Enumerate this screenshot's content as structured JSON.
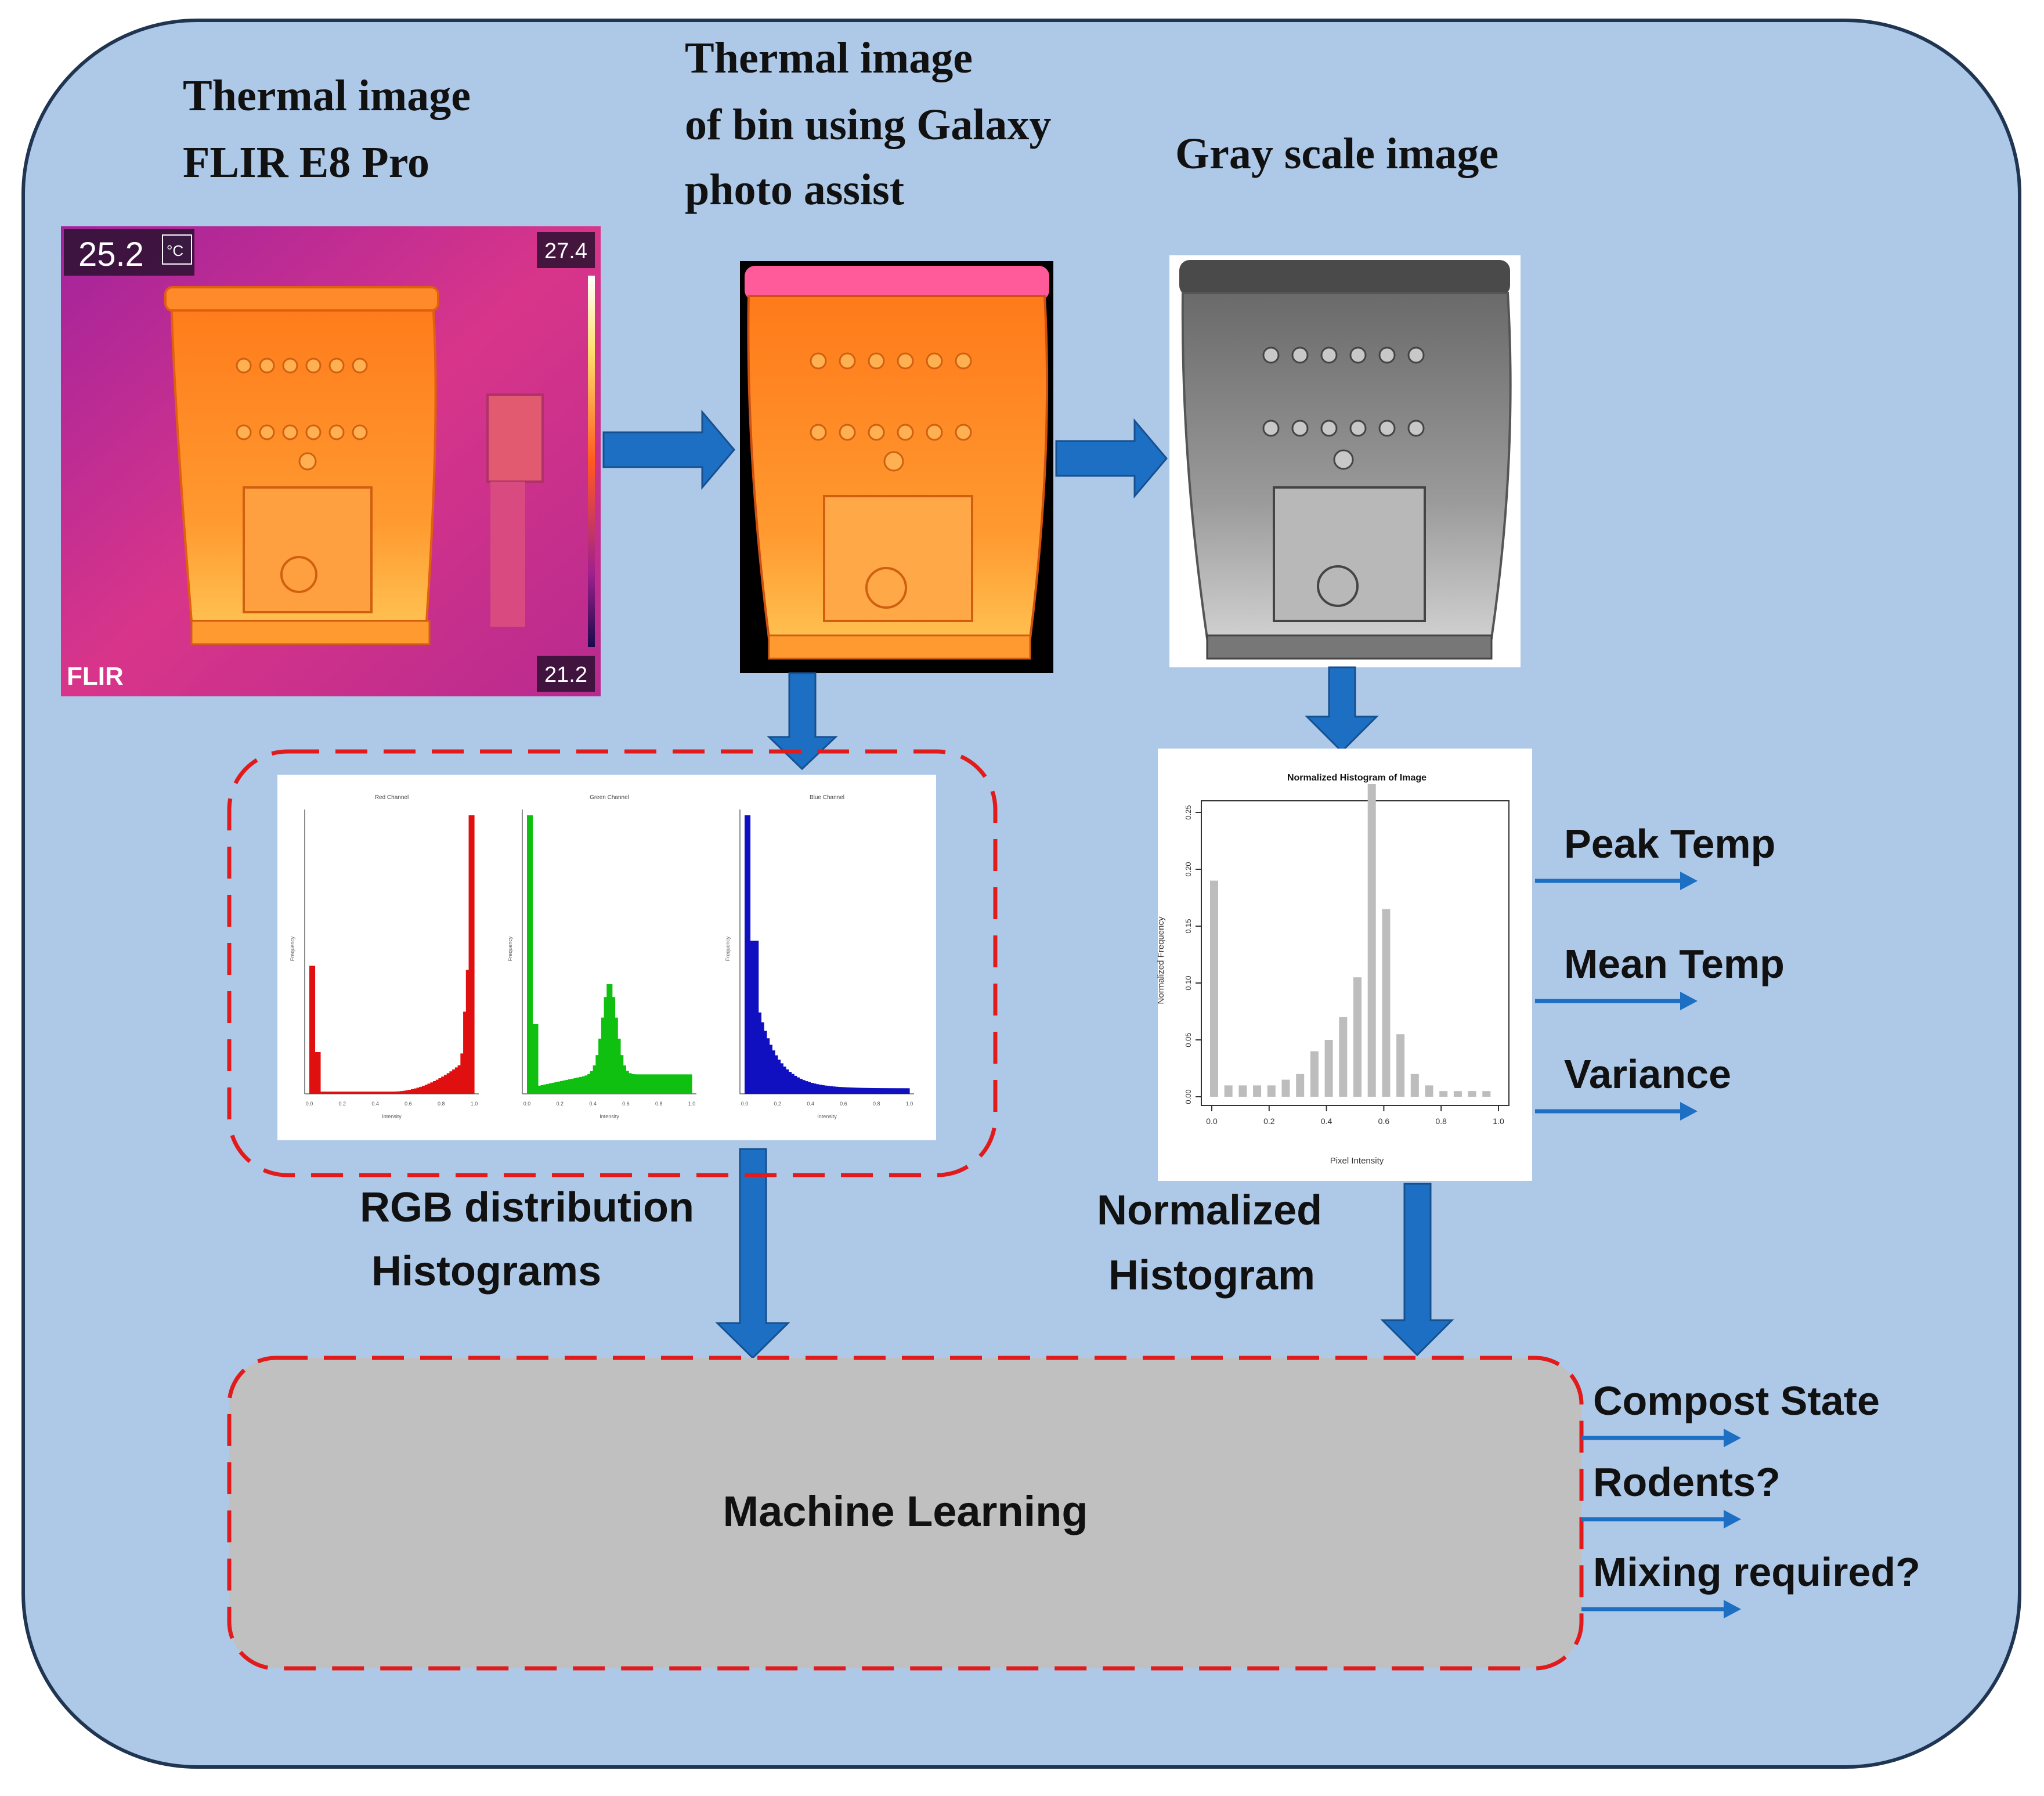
{
  "colors": {
    "panel_fill": "#aec8e8",
    "panel_stroke": "#1f3552",
    "arrow": "#1d6fc3",
    "dashed_border": "#e11b1b",
    "ml_fill": "#c0c0c0",
    "thermal_orange": "#ff8a1e",
    "thermal_magenta": "#c8239a"
  },
  "labels": {
    "thermal_flir_line1": "Thermal image",
    "thermal_flir_line2": "FLIR E8 Pro",
    "thermal_galaxy_line1": "Thermal image",
    "thermal_galaxy_line2": "of bin using Galaxy",
    "thermal_galaxy_line3": "photo assist",
    "grayscale": "Gray scale image",
    "rgb_hist_line1": "RGB distribution",
    "rgb_hist_line2": "Histograms",
    "norm_hist_line1": "Normalized",
    "norm_hist_line2": "Histogram",
    "machine_learning": "Machine Learning"
  },
  "flir_overlay": {
    "temp_reading": "25.2",
    "unit": "°C",
    "scale_max": "27.4",
    "scale_min": "21.2",
    "brand": "FLIR"
  },
  "outputs_hist": [
    "Peak Temp",
    "Mean Temp",
    "Variance"
  ],
  "outputs_ml": [
    "Compost State",
    "Rodents?",
    "Mixing required?"
  ],
  "rgb_panels": [
    {
      "title": "Red Channel",
      "color": "#e01010",
      "ylabel": "Frequency",
      "xlabel": "Intensity"
    },
    {
      "title": "Green Channel",
      "color": "#10c010",
      "ylabel": "Frequency",
      "xlabel": "Intensity"
    },
    {
      "title": "Blue Channel",
      "color": "#1010c0",
      "ylabel": "Frequency",
      "xlabel": "Intensity"
    }
  ],
  "rgb_tick_labels": [
    "0.0",
    "0.2",
    "0.4",
    "0.6",
    "0.8",
    "1.0"
  ],
  "chart_data": {
    "type": "bar",
    "title": "Normalized Histogram of Image",
    "xlabel": "Pixel Intensity",
    "ylabel": "Normalized Frequency",
    "x": [
      0.0,
      0.05,
      0.1,
      0.15,
      0.2,
      0.25,
      0.3,
      0.35,
      0.4,
      0.45,
      0.5,
      0.55,
      0.6,
      0.65,
      0.7,
      0.75,
      0.8,
      0.85,
      0.9,
      0.95
    ],
    "values": [
      0.19,
      0.01,
      0.01,
      0.01,
      0.01,
      0.015,
      0.02,
      0.04,
      0.05,
      0.07,
      0.105,
      0.275,
      0.165,
      0.055,
      0.02,
      0.01,
      0.005,
      0.005,
      0.005,
      0.005
    ],
    "xlim": [
      0.0,
      1.0
    ],
    "ylim": [
      0.0,
      0.25
    ],
    "x_ticks": [
      "0.0",
      "0.2",
      "0.4",
      "0.6",
      "0.8",
      "1.0"
    ],
    "y_ticks": [
      "0.00",
      "0.05",
      "0.10",
      "0.15",
      "0.20",
      "0.25"
    ],
    "grid": false
  }
}
